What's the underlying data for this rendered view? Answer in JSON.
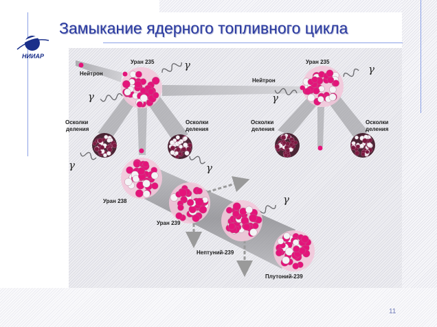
{
  "title": "Замыкание ядерного топливного цикла",
  "logo": {
    "text": "НИИАР"
  },
  "page_number": "11",
  "diagram": {
    "labels": {
      "neutron": "Нейтрон",
      "uranium235": "Уран 235",
      "fragments": "Осколки",
      "fragments2": "деления",
      "uranium238": "Уран 238",
      "uranium239": "Уран 239",
      "neptunium239": "Нептуний-239",
      "plutonium239": "Плутоний-239",
      "gamma": "γ"
    },
    "colors": {
      "nucleon_pink": "#e4147a",
      "nucleon_white": "#f4f4f6",
      "fragment_dark": "#7a1a40",
      "beam_gray": "#8f8f93",
      "arrow_gray": "#9a9a9a"
    }
  }
}
